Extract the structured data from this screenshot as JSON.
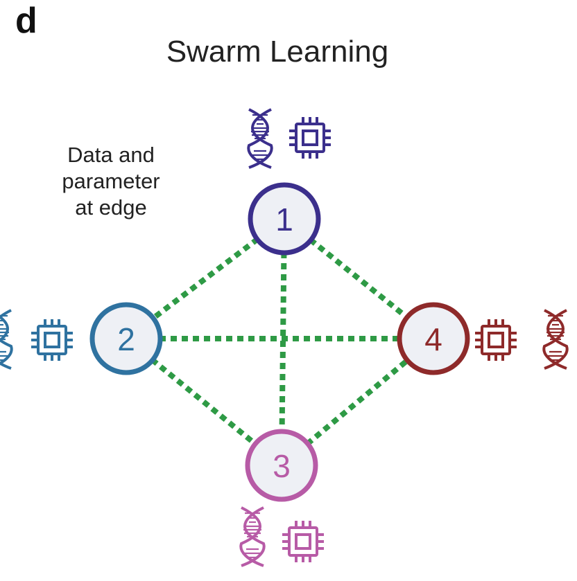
{
  "panel_label": "d",
  "title": "Swarm Learning",
  "annotation": {
    "lines": [
      "Data and",
      "parameter",
      "at edge"
    ]
  },
  "colors": {
    "connection": "#2e9a45",
    "node_fill": "#eef0f5",
    "node_1": "#3b2f8c",
    "node_2": "#2f72a0",
    "node_3": "#b75ba6",
    "node_4": "#8e2a2a"
  },
  "nodes": [
    {
      "id": "1",
      "label": "1",
      "icons": [
        "dna-icon",
        "chip-icon"
      ]
    },
    {
      "id": "2",
      "label": "2",
      "icons": [
        "dna-icon",
        "chip-icon"
      ]
    },
    {
      "id": "3",
      "label": "3",
      "icons": [
        "dna-icon",
        "chip-icon"
      ]
    },
    {
      "id": "4",
      "label": "4",
      "icons": [
        "chip-icon",
        "dna-icon"
      ]
    }
  ],
  "connections": [
    [
      "1",
      "2"
    ],
    [
      "1",
      "3"
    ],
    [
      "1",
      "4"
    ],
    [
      "2",
      "3"
    ],
    [
      "2",
      "4"
    ],
    [
      "3",
      "4"
    ]
  ]
}
